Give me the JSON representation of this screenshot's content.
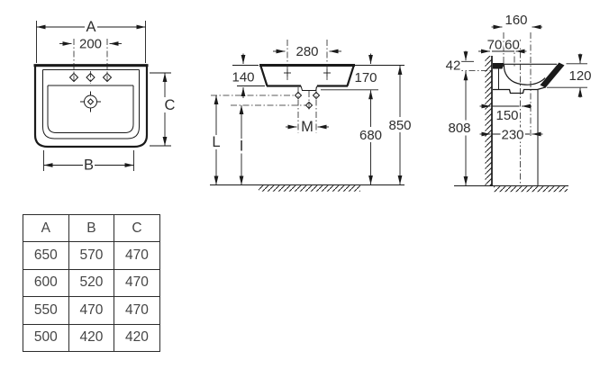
{
  "drawing": {
    "front_view": {
      "dim_a": "A",
      "dim_200": "200",
      "dim_c": "C",
      "dim_b": "B"
    },
    "side_view": {
      "dim_280": "280",
      "dim_140": "140",
      "dim_170": "170",
      "dim_m": "M",
      "dim_680": "680",
      "dim_850": "850",
      "dim_l": "L",
      "dim_i": "I"
    },
    "section_view": {
      "dim_160": "160",
      "dim_70": "70",
      "dim_60": "60",
      "dim_42": "42",
      "dim_120": "120",
      "dim_808": "808",
      "dim_150": "150",
      "dim_230": "230"
    }
  },
  "table": {
    "headers": [
      "A",
      "B",
      "C"
    ],
    "rows": [
      [
        "650",
        "570",
        "470"
      ],
      [
        "600",
        "520",
        "470"
      ],
      [
        "550",
        "470",
        "470"
      ],
      [
        "500",
        "420",
        "420"
      ]
    ]
  },
  "colors": {
    "line": "#1a1a1a",
    "text": "#2e2e2e",
    "background": "#ffffff"
  }
}
